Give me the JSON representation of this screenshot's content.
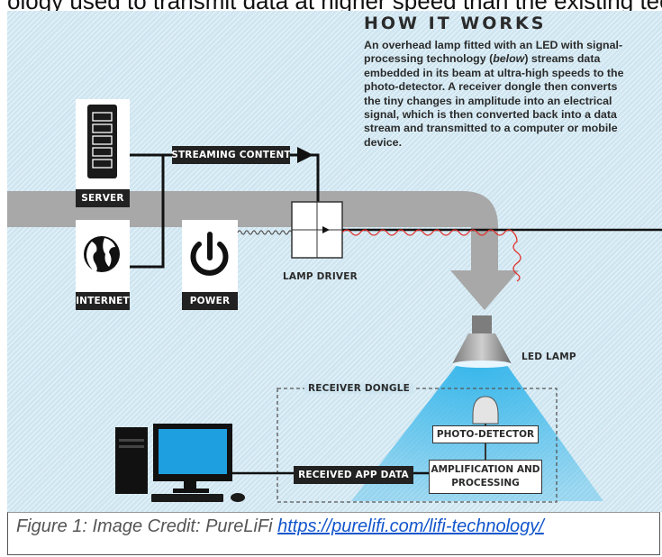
{
  "page": {
    "header_fragment": "ology used to transmit data at higher speed than the existing technologies using"
  },
  "diagram": {
    "heading": "HOW IT WORKS",
    "description": {
      "before_italic": "An overhead lamp fitted with an LED with signal-processing technology (",
      "italic": "below",
      "after_italic": ") streams data embedded in its beam at ultra-high speeds to the photo-detector. A receiver dongle then converts the tiny changes in amplitude into an electrical signal, which is then converted back into a data stream and transmitted to a computer or mobile device."
    },
    "labels": {
      "streaming_content": "STREAMING CONTENT",
      "server": "SERVER",
      "internet": "INTERNET",
      "power": "POWER",
      "lamp_driver": "LAMP DRIVER",
      "led_lamp": "LED LAMP",
      "receiver_dongle": "RECEIVER DONGLE",
      "photo_detector": "PHOTO-DETECTOR",
      "amplification_line1": "AMPLIFICATION AND",
      "amplification_line2": "PROCESSING",
      "received_app_data": "RECEIVED APP DATA"
    },
    "colors": {
      "background": "#cfe6f1",
      "band": "#a8a8a8",
      "light_beam": "#2fb4ea",
      "screen": "#1e9fe0",
      "signal_wave": "#e0312b"
    }
  },
  "caption": {
    "text": "Figure 1: Image Credit: PureLiFi ",
    "link": "https://purelifi.com/lifi-technology/"
  }
}
